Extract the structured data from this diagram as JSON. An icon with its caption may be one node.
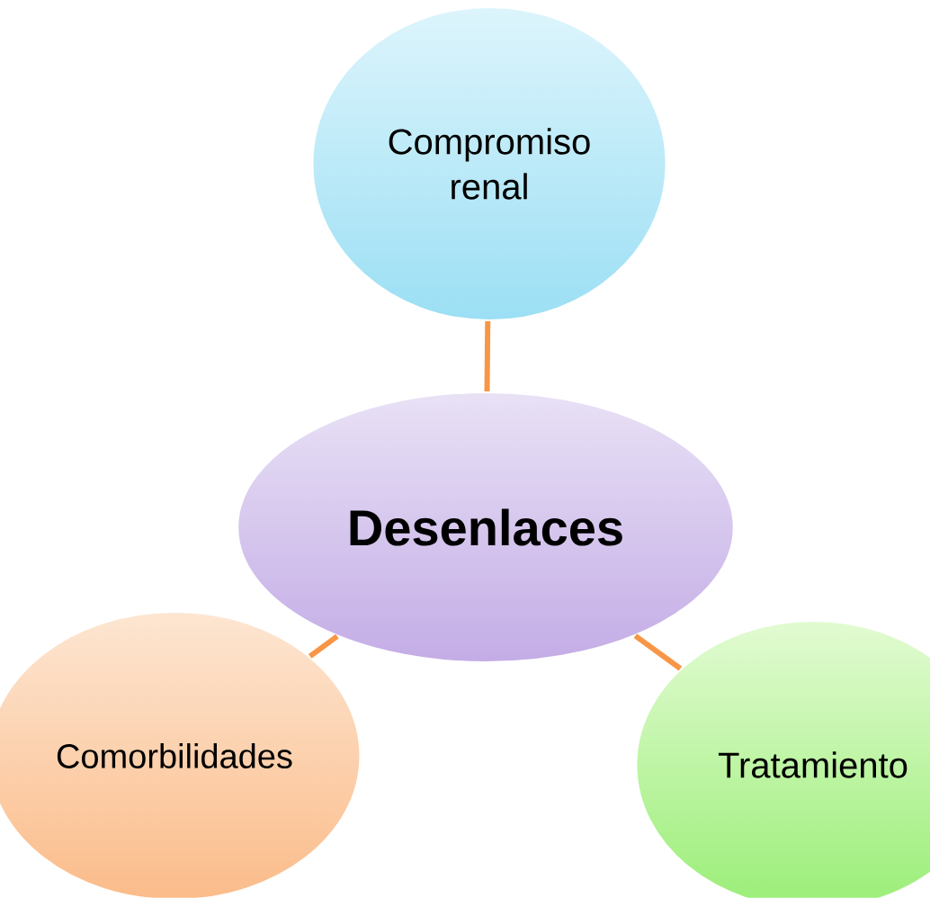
{
  "diagram": {
    "nodes": [
      {
        "text": [
          "**Desenlaces**"
        ]
      },
      {
        "text": [
          "Compromiso renal"
        ]
      },
      {
        "text": [
          "Comorbilidades"
        ]
      },
      {
        "text": [
          "Tratamiento"
        ]
      }
    ],
    "edges": [
      {
        "from": 0,
        "to": 1,
        "arrow": "none"
      },
      {
        "from": 0,
        "to": 2,
        "arrow": "none"
      },
      {
        "from": 0,
        "to": 3,
        "arrow": "none"
      }
    ]
  }
}
